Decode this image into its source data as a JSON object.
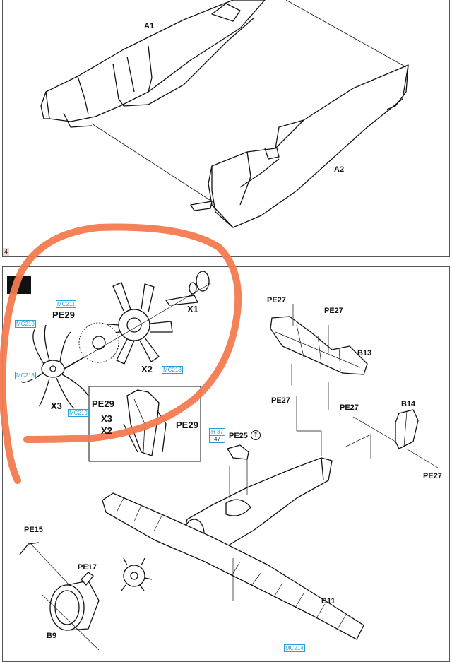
{
  "steps": {
    "step4_number": "4"
  },
  "top_panel": {
    "labels": {
      "a1": "A1",
      "a2": "A2"
    }
  },
  "bottom_panel": {
    "engine": {
      "x1": "X1",
      "x2": "X2",
      "x3": "X3",
      "pe29": "PE29",
      "refs": {
        "mc211": "MC211",
        "mc219_top": "MC219",
        "mc218_left": "MC218",
        "mc218_right": "MC218",
        "mc219_bottom": "MC219"
      }
    },
    "inset": {
      "pe29_a": "PE29",
      "x3": "X3",
      "x2": "X2",
      "pe29_b": "PE29"
    },
    "tail": {
      "pe27_1": "PE27",
      "pe27_2": "PE27",
      "b13": "B13",
      "pe27_3": "PE27",
      "pe27_4": "PE27",
      "b14": "B14",
      "pe27_5": "PE27"
    },
    "fuselage": {
      "h37": "H 37",
      "h37_sub": "47",
      "pe25": "PE25",
      "pe15": "PE15",
      "pe17": "PE17",
      "b9": "B9",
      "b11": "B11",
      "mc214": "MC214"
    }
  },
  "annotation_color": "#f47a4f",
  "reference_color": "#2a9fd6"
}
